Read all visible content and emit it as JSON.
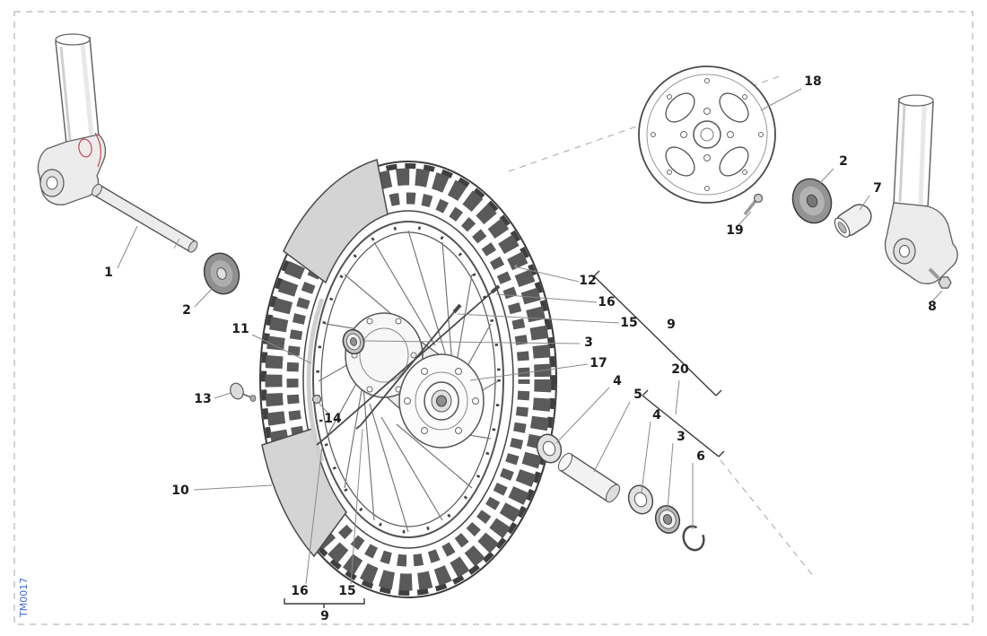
{
  "diagram": {
    "doc_code": "TM0017",
    "colors": {
      "code": "#3f6ad8",
      "highlight": "#cc4455",
      "line": "#4a4a4a"
    },
    "labels": [
      "1",
      "2",
      "11",
      "13",
      "14",
      "10",
      "12",
      "16",
      "15",
      "9",
      "3",
      "17",
      "4",
      "5",
      "20",
      "4",
      "3",
      "6",
      "18",
      "2",
      "7",
      "19",
      "8",
      "16",
      "15",
      "9"
    ]
  }
}
